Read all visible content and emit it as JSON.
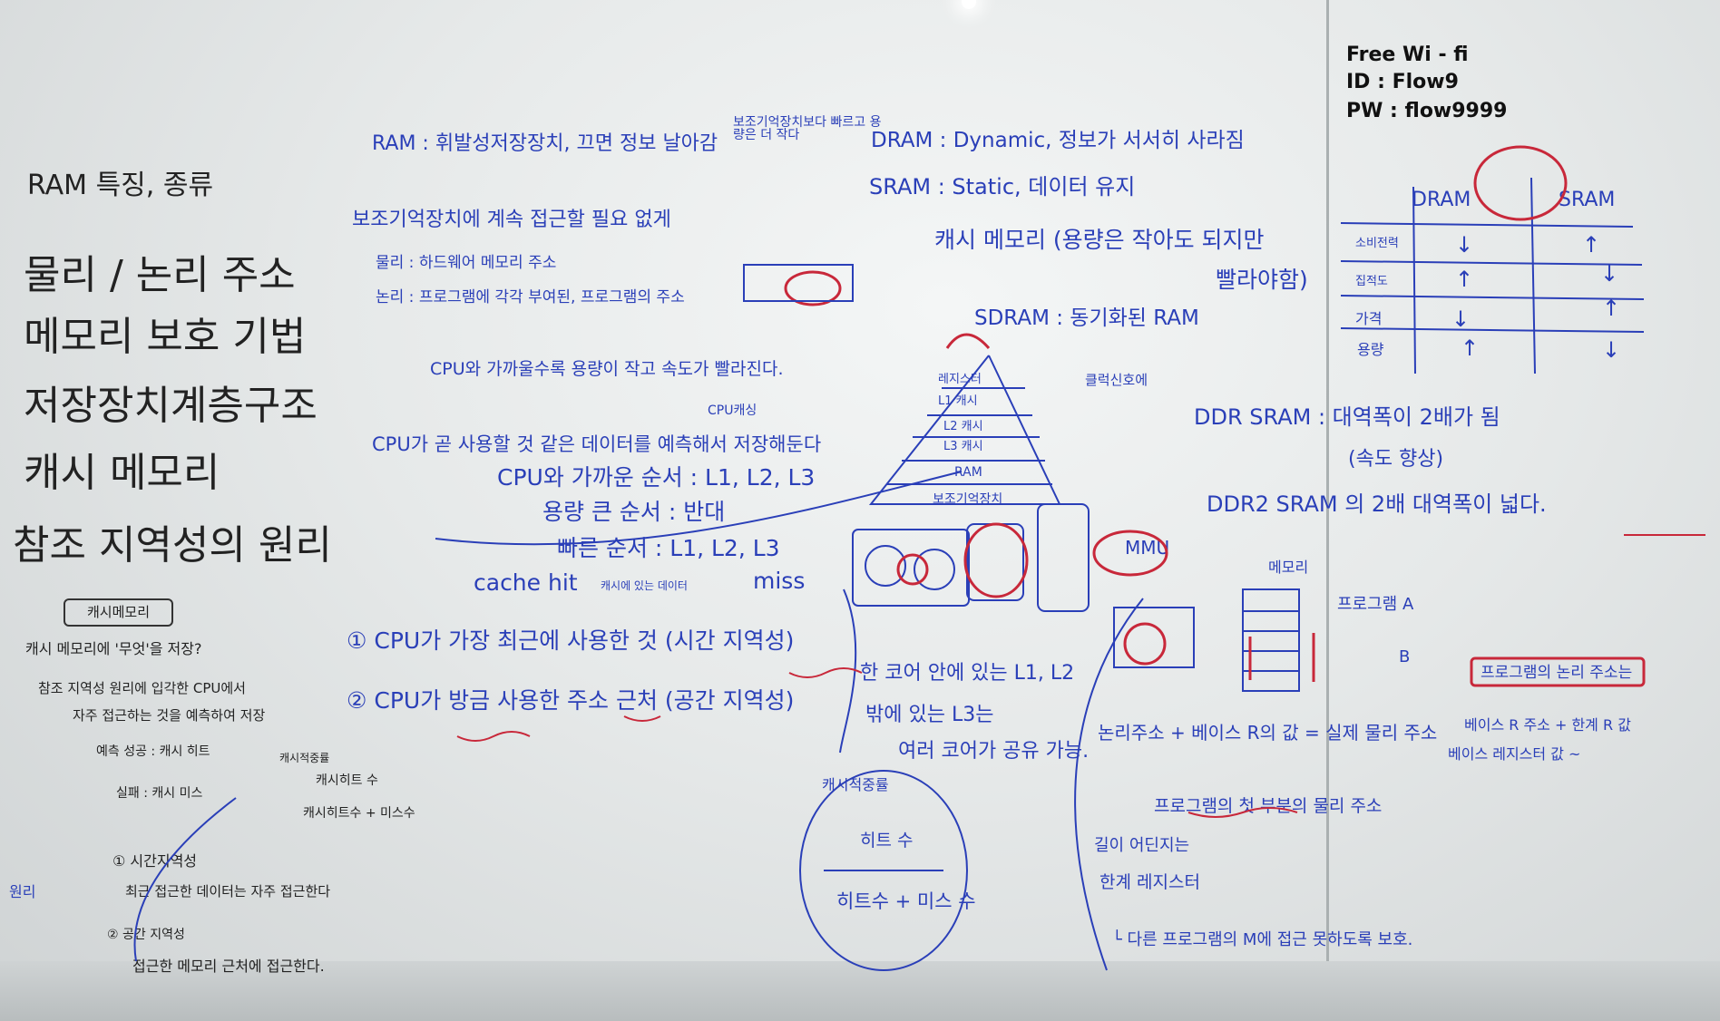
{
  "wifi": {
    "title": "Free Wi - fi",
    "id": "ID : Flow9",
    "pw": "PW : flow9999"
  },
  "left_topics": [
    "RAM 특징, 종류",
    "물리 / 논리 주소",
    "메모리 보호 기법",
    "저장장치계층구조",
    "캐시 메모리",
    "참조 지역성의 원리"
  ],
  "ram_notes": {
    "ram_def": "RAM : 휘발성저장장치, 끄면 정보 날아감",
    "ram_aside": "보조기억장치보다 빠르고 용량은 더 작다",
    "aux": "보조기억장치에 계속 접근할 필요 없게",
    "physical": "물리 : 하드웨어 메모리 주소",
    "logical": "논리 : 프로그램에 각각 부여된, 프로그램의 주소",
    "dram": "DRAM : Dynamic, 정보가 서서히 사라짐",
    "sram": "SRAM : Static, 데이터 유지",
    "cache_mem": "캐시 메모리 (용량은 작아도 되지만",
    "cache_mem2": "빨라야함)",
    "sdram": "SDRAM : 동기화된 RAM",
    "clock": "클럭신호에",
    "ddr": "DDR SRAM : 대역폭이 2배가 됨",
    "ddr_speed": "(속도 향상)",
    "ddr2": "DDR2 SRAM 의 2배 대역폭이 넓다."
  },
  "hier_notes": {
    "closer": "CPU와 가까울수록 용량이 작고 속도가 빨라진다.",
    "cpu_predict": "CPU가 곧 사용할 것 같은 데이터를 예측해서 저장해둔다",
    "cpu_caching": "CPU캐싱",
    "order_close": "CPU와 가까운 순서 : L1, L2, L3",
    "order_size": "용량 큰 순서 : 반대",
    "order_fast": "빠른 순서 : L1, L2, L3",
    "cache_hit": "cache hit",
    "cache_hit_note": "캐시에 있는 데이터",
    "miss": "miss",
    "time_loc": "① CPU가 가장 최근에 사용한 것 (시간 지역성)",
    "space_loc": "② CPU가 방금 사용한 주소 근처 (공간 지역성)",
    "core_note1": "한 코어 안에 있는 L1, L2",
    "core_note2": "밖에 있는 L3는",
    "core_note3": "여러 코어가 공유 가능."
  },
  "pyramid": {
    "levels": [
      "레지스터",
      "L1 캐시",
      "L2 캐시",
      "L3 캐시",
      "RAM",
      "보조기억장치"
    ]
  },
  "hit_ratio": {
    "title": "캐시적중률",
    "numerator": "히트 수",
    "denominator": "히트수 + 미스 수"
  },
  "memory_protect": {
    "memory_label": "메모리",
    "mmu": "MMU",
    "program_a": "프로그램 A",
    "program_b": "B",
    "logical_note": "프로그램의 논리 주소는",
    "formula": "논리주소 + 베이스 R의 값 = 실제 물리 주소",
    "base_reg": "베이스 레지스터 값 ~",
    "base_limit": "베이스 R 주소 + 한계 R 값",
    "first_addr": "프로그램의 첫 부분의 물리 주소",
    "length": "길이 어딘지는",
    "limit_reg": "한계 레지스터",
    "protect": "└ 다른 프로그램의 M에 접근 못하도록 보호."
  },
  "dram_sram_table": {
    "headers": [
      "DRAM",
      "SRAM"
    ],
    "rows": [
      {
        "label": "소비전력",
        "dram": "↓",
        "sram": "↑"
      },
      {
        "label": "집적도",
        "dram": "↑",
        "sram": "↓"
      },
      {
        "label": "가격",
        "dram": "↓",
        "sram": "↑"
      },
      {
        "label": "용량",
        "dram": "↑",
        "sram": "↓"
      }
    ]
  },
  "left_bottom": {
    "box_title": "캐시메모리",
    "q": "캐시 메모리에 '무엇'을 저장?",
    "a1": "참조 지역성 원리에 입각한 CPU에서",
    "a2": "자주 접근하는 것을 예측하여 저장",
    "predict_ok": "예측 성공 : 캐시 히트",
    "predict_fail": "실패 : 캐시 미스",
    "hit_rate": "캐시적중률",
    "frac_top": "캐시히트 수",
    "frac_bottom": "캐시히트수 + 미스수",
    "time": "① 시간지역성",
    "time_desc": "최근 접근한 데이터는 자주 접근한다",
    "space": "② 공간 지역성",
    "space_desc": "접근한 메모리 근처에 접근한다.",
    "side": "원리"
  }
}
